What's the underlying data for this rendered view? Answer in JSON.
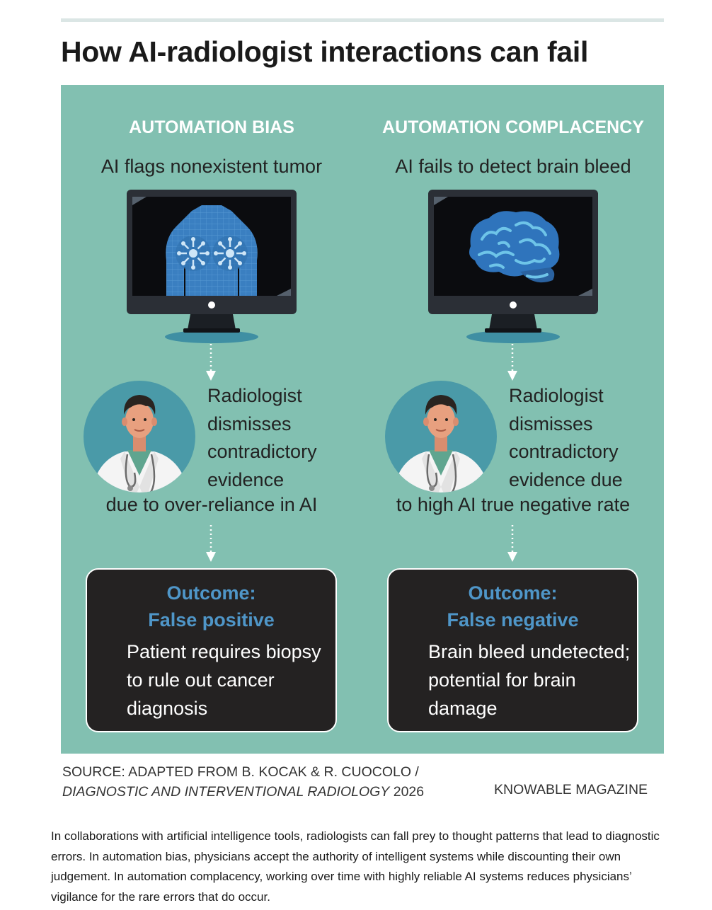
{
  "title": "How AI-radiologist interactions can fail",
  "columns": [
    {
      "heading": "AUTOMATION BIAS",
      "scenario": "AI flags nonexistent tumor",
      "reason_main": "Radiologist dismisses contradictory evidence",
      "reason_tail": "due to over-reliance in AI",
      "outcome_label": "Outcome:",
      "outcome_type": "False positive",
      "outcome_text": "Patient requires biopsy to rule out cancer diagnosis",
      "screen_icon": "chest-scan-icon"
    },
    {
      "heading": "AUTOMATION COMPLACENCY",
      "scenario": "AI fails to detect brain bleed",
      "reason_main": "Radiologist dismisses contradictory evidence due",
      "reason_tail": "to high AI true negative rate",
      "outcome_label": "Outcome:",
      "outcome_type": "False negative",
      "outcome_text": "Brain bleed undetected; potential for brain damage",
      "screen_icon": "brain-scan-icon"
    }
  ],
  "source_line1": "SOURCE: ADAPTED FROM B. KOCAK & R. CUOCOLO /",
  "source_journal": "DIAGNOSTIC AND INTERVENTIONAL RADIOLOGY",
  "source_year": "2026",
  "credit": "KNOWABLE MAGAZINE",
  "caption": "In collaborations with artificial intelligence tools, radiologists can fall prey to thought patterns that lead to diagnostic errors. In automation bias, physicians accept the authority of intelligent systems while discounting their own judgement. In automation complacency, working over time with highly reliable AI systems reduces physicians’ vigilance for the rare errors that do occur.",
  "colors": {
    "panel": "#82c0b1",
    "heading": "#ffffff",
    "outcome_box": "#242222",
    "outcome_title": "#4f96c8",
    "scan_blue": "#3a7fc1",
    "doctor_circle": "#4a9aa8"
  }
}
